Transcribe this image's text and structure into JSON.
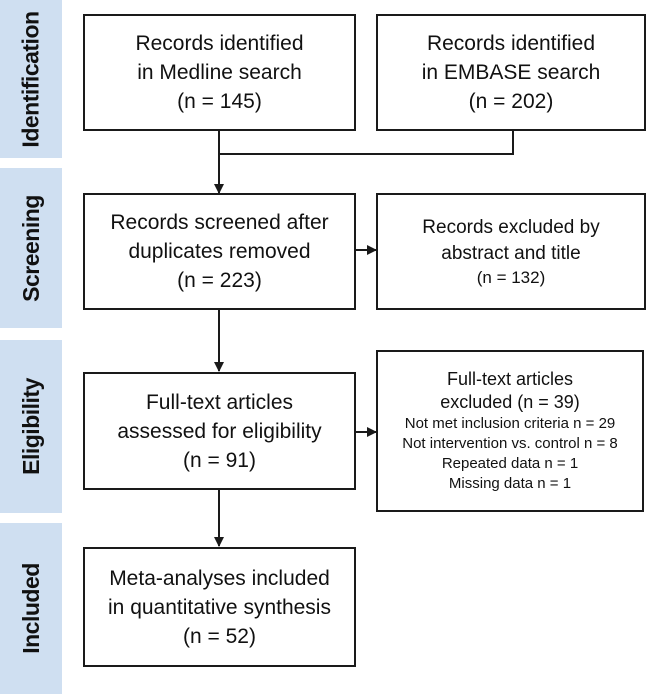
{
  "colors": {
    "band_fill": "#cfdff1",
    "box_border": "#1a1a1a",
    "arrow": "#1a1a1a"
  },
  "phases": {
    "identification": "Identification",
    "screening": "Screening",
    "eligibility": "Eligibility",
    "included": "Included"
  },
  "boxes": {
    "medline": {
      "line1": "Records identified",
      "line2": "in Medline search",
      "line3": "(n = 145)"
    },
    "embase": {
      "line1": "Records identified",
      "line2": "in EMBASE search",
      "line3": "(n =  202)"
    },
    "screened": {
      "line1": "Records screened after",
      "line2": "duplicates removed",
      "line3": "(n = 223)"
    },
    "excluded_abstract": {
      "line1": "Records excluded by",
      "line2": "abstract and title",
      "line3": "(n = 132)"
    },
    "fulltext": {
      "line1": "Full-text articles",
      "line2": "assessed for eligibility",
      "line3": "(n = 91)"
    },
    "excluded_fulltext": {
      "line1": "Full-text articles",
      "line2": "excluded (n = 39)",
      "line3": "Not met inclusion criteria n = 29",
      "line4": "Not intervention vs. control n = 8",
      "line5": "Repeated data n = 1",
      "line6": "Missing data n = 1"
    },
    "included": {
      "line1": "Meta-analyses included",
      "line2": "in quantitative synthesis",
      "line3": "(n = 52)"
    }
  }
}
